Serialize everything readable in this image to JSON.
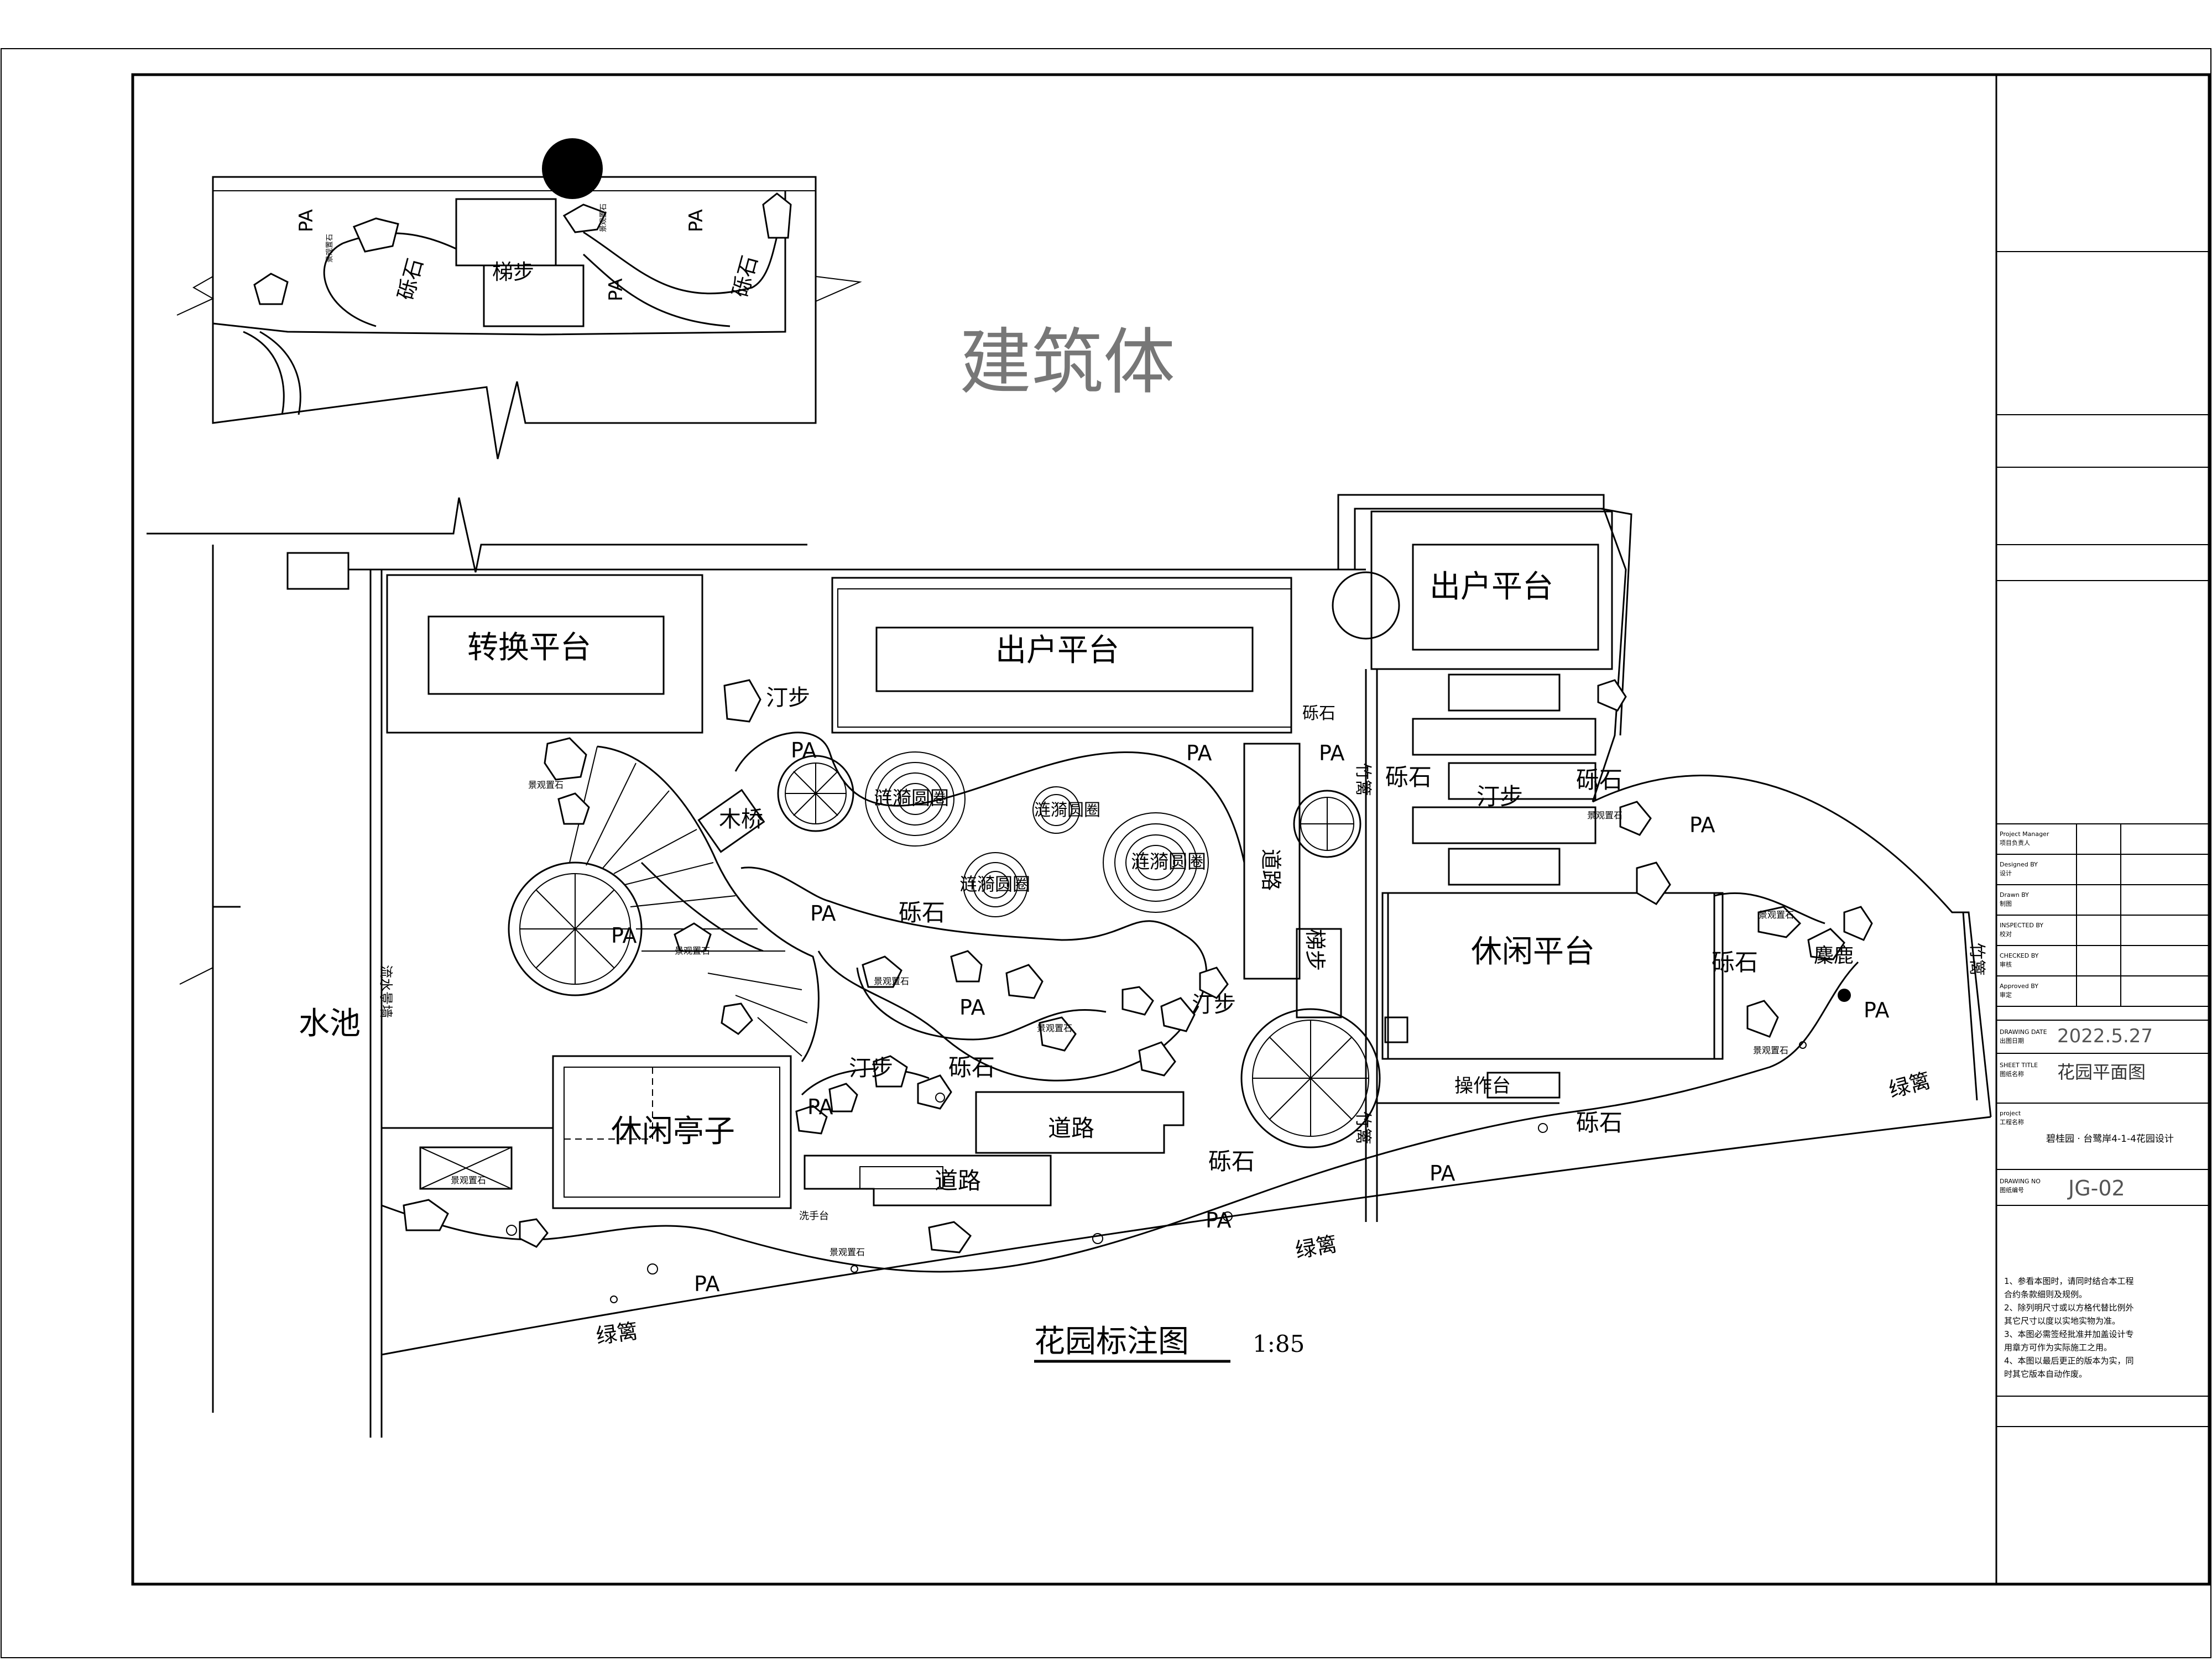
{
  "plan": {
    "building_label": "建筑体",
    "drawing_title": "花园标注图",
    "scale": "1:85",
    "labels": {
      "pa": "PA",
      "gravel": "砾石",
      "stairs": "梯步",
      "stepping_stones": "汀步",
      "wooden_bridge": "木桥",
      "ripple_rings": "涟漪圆圈",
      "landscape_stone": "景观置石",
      "transfer_platform": "转换平台",
      "exit_platform": "出户平台",
      "leisure_platform": "休闲平台",
      "leisure_pavilion": "休闲亭子",
      "pond": "水池",
      "road": "道路",
      "operation_room": "操作台",
      "hedge": "绿篱",
      "bamboo_fence": "竹篱",
      "deer": "麋鹿",
      "stream_bridge": "流水景墙",
      "sink": "洗手台"
    }
  },
  "title_block": {
    "project_manager_en": "Project Manager",
    "project_manager_cn": "项目负责人",
    "designer_en": "Designed BY",
    "designer_cn": "设计",
    "drawn_en": "Drawn BY",
    "drawn_cn": "制图",
    "inspected_en": "INSPECTED BY",
    "inspected_cn": "校对",
    "checked_en": "CHECKED BY",
    "checked_cn": "审核",
    "approved_en": "Approved BY",
    "approved_cn": "审定",
    "date_en": "DRAWING DATE",
    "date_cn": "出图日期",
    "date_value": "2022.5.27",
    "sheet_title_en": "SHEET TITLE",
    "sheet_title_cn": "图纸名称",
    "sheet_title_value": "花园平面图",
    "project_en": "project",
    "project_cn": "工程名称",
    "project_value": "碧桂园 · 台鹭岸4-1-4花园设计",
    "drawing_no_en": "DRAWING NO",
    "drawing_no_cn": "图纸编号",
    "drawing_no_value": "JG-02",
    "notes": [
      "1、参看本图时，请同时结合本工程",
      "合约条款细则及规例。",
      "2、除列明尺寸或以方格代替比例外",
      "其它尺寸以度以实地实物为准。",
      "3、本图必需签经批准并加盖设计专",
      "用章方可作为实际施工之用。",
      "4、本图以最后更正的版本为实，同",
      "时其它版本自动作废。"
    ]
  }
}
